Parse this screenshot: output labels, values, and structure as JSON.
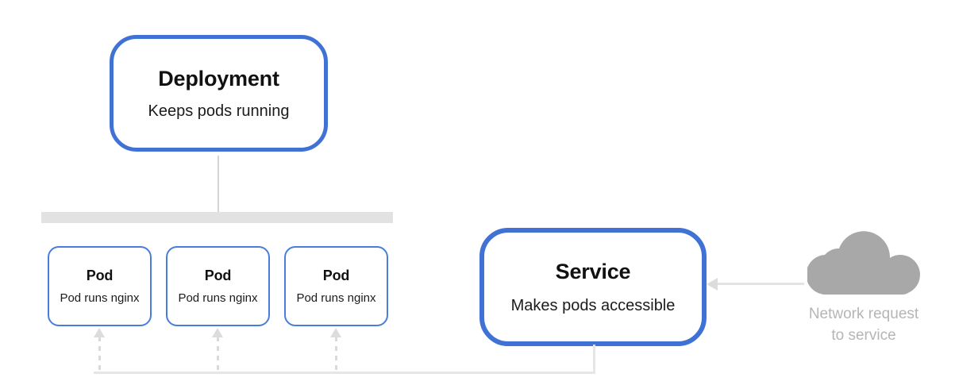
{
  "diagram": {
    "deployment": {
      "title": "Deployment",
      "subtitle": "Keeps pods running"
    },
    "service": {
      "title": "Service",
      "subtitle": "Makes pods accessible"
    },
    "pods": [
      {
        "title": "Pod",
        "subtitle": "Pod runs nginx"
      },
      {
        "title": "Pod",
        "subtitle": "Pod runs nginx"
      },
      {
        "title": "Pod",
        "subtitle": "Pod runs nginx"
      }
    ],
    "cloud": {
      "icon": "cloud-icon",
      "caption_line1": "Network request",
      "caption_line2": "to service"
    },
    "colors": {
      "node_border_blue": "#3f72d4",
      "pod_border_blue": "#4a7ddb",
      "bar_gray": "#e2e2e2",
      "connector_gray": "#e6e6e6",
      "cloud_gray": "#a8a8a8",
      "caption_gray": "#b5b5b5",
      "text_black": "#111111",
      "background": "#ffffff"
    }
  }
}
